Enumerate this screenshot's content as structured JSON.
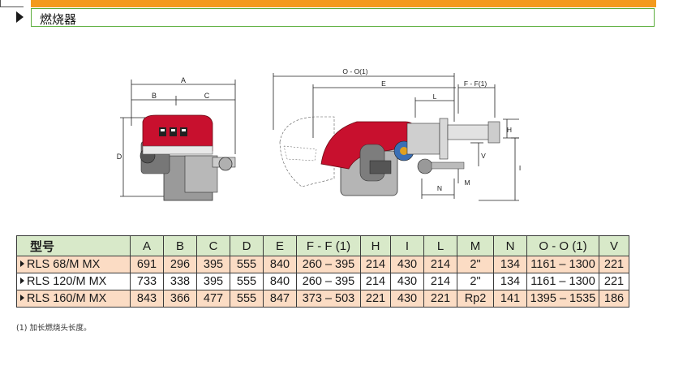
{
  "section": {
    "title": "燃烧器"
  },
  "drawing": {
    "front_view": {
      "dim_labels": [
        "A",
        "B",
        "C",
        "D"
      ]
    },
    "side_view": {
      "dim_labels": [
        "O - O(1)",
        "E",
        "F - F(1)",
        "L",
        "H",
        "V",
        "I",
        "N",
        "M"
      ]
    }
  },
  "table": {
    "headers": [
      "型号",
      "A",
      "B",
      "C",
      "D",
      "E",
      "F - F (1)",
      "H",
      "I",
      "L",
      "M",
      "N",
      "O - O (1)",
      "V"
    ],
    "rows": [
      [
        "RLS 68/M MX",
        "691",
        "296",
        "395",
        "555",
        "840",
        "260 – 395",
        "214",
        "430",
        "214",
        "2\"",
        "134",
        "1161 – 1300",
        "221"
      ],
      [
        "RLS 120/M MX",
        "733",
        "338",
        "395",
        "555",
        "840",
        "260 – 395",
        "214",
        "430",
        "214",
        "2\"",
        "134",
        "1161 – 1300",
        "221"
      ],
      [
        "RLS 160/M MX",
        "843",
        "366",
        "477",
        "555",
        "847",
        "373 – 503",
        "221",
        "430",
        "221",
        "Rp2",
        "141",
        "1395 – 1535",
        "186"
      ]
    ]
  },
  "footnote": "(1) 加长燃烧头长度。",
  "colors": {
    "accent_orange": "#f39a1e",
    "frame_green": "#5cae3e",
    "header_green": "#d8e9c9",
    "row_peach": "#fbdcc4",
    "burner_red": "#c8102e"
  }
}
